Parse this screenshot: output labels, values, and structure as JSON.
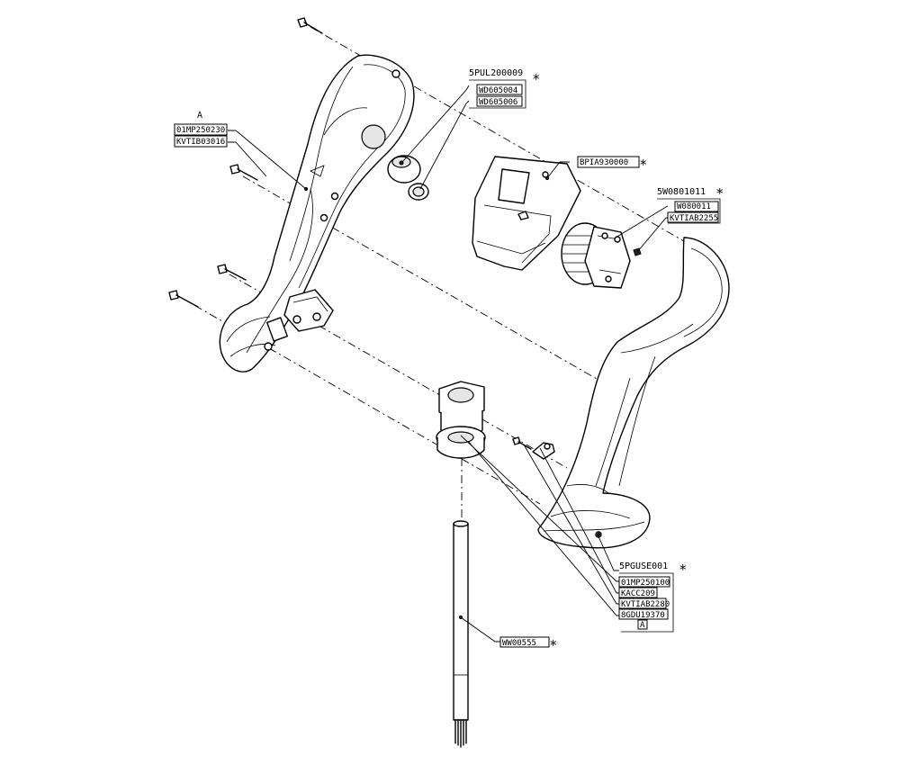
{
  "labels": {
    "a_group": {
      "title": "A",
      "parts": [
        "01MP250230",
        "KVTIB03016"
      ]
    },
    "pul": {
      "title": "5PUL200009",
      "parts": [
        "WD605004",
        "WD605006"
      ],
      "star": "*"
    },
    "bpia": {
      "title": "BPIA930000",
      "star": "*"
    },
    "w08": {
      "title": "5W0801011",
      "parts": [
        "W080011",
        "KVTIAB2255"
      ],
      "star": "*"
    },
    "pguse": {
      "title": "5PGUSE001",
      "parts": [
        "01MP250100",
        "KACC209",
        "KVTIAB2280",
        "8GDU19370"
      ],
      "ref": "A",
      "star": "*"
    },
    "ww": {
      "title": "WW00555",
      "star": "*"
    }
  }
}
